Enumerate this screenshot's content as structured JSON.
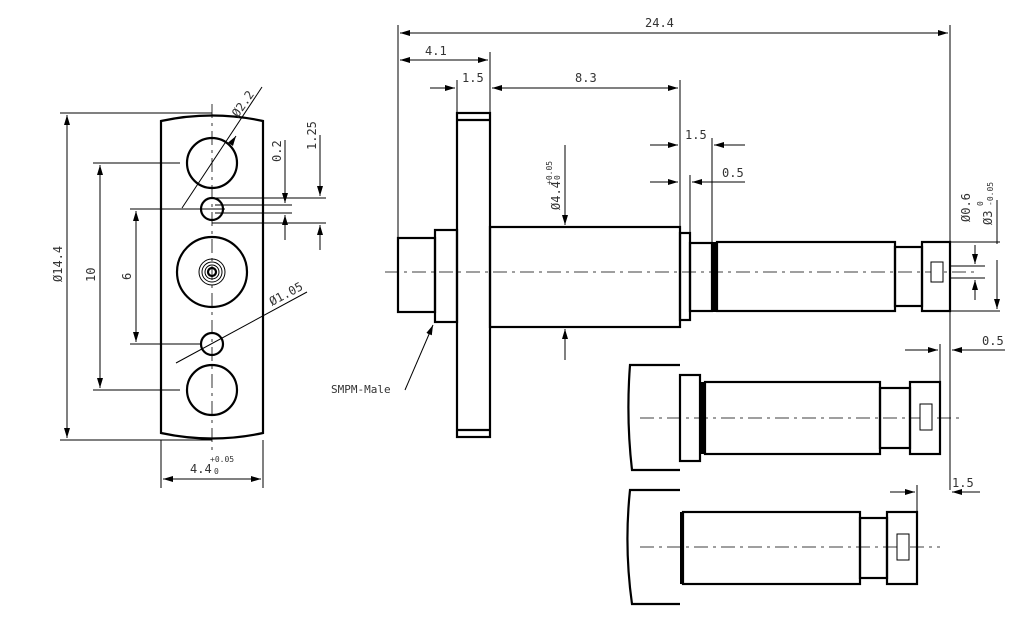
{
  "front_view": {
    "dims": {
      "overall_diameter": "Ø14.4",
      "big_hole_spacing": "10",
      "small_hole_spacing": "6",
      "big_hole_diameter": "Ø2.2",
      "small_hole_diameter": "Ø1.05",
      "offset_small": "0.2",
      "offset_large": "1.25",
      "width": "4.4",
      "width_tol_upper": "+0.05",
      "width_tol_lower": "0"
    }
  },
  "side_view": {
    "dims": {
      "overall_length": "24.4",
      "flange_offset": "4.1",
      "flange_thickness": "1.5",
      "body_length": "8.3",
      "step_length": "1.5",
      "groove_width": "0.5",
      "body_diameter": "Ø4.4",
      "body_tol_upper": "+0.05",
      "body_tol_lower": "0",
      "pin_diameter": "Ø0.6",
      "tip_diameter": "Ø3",
      "tip_tol_upper": "0",
      "tip_tol_lower": "-0.05"
    },
    "connector_label": "SMPM-Male"
  },
  "detail_views": {
    "detail_a_dim": "0.5",
    "detail_b_dim": "1.5"
  }
}
